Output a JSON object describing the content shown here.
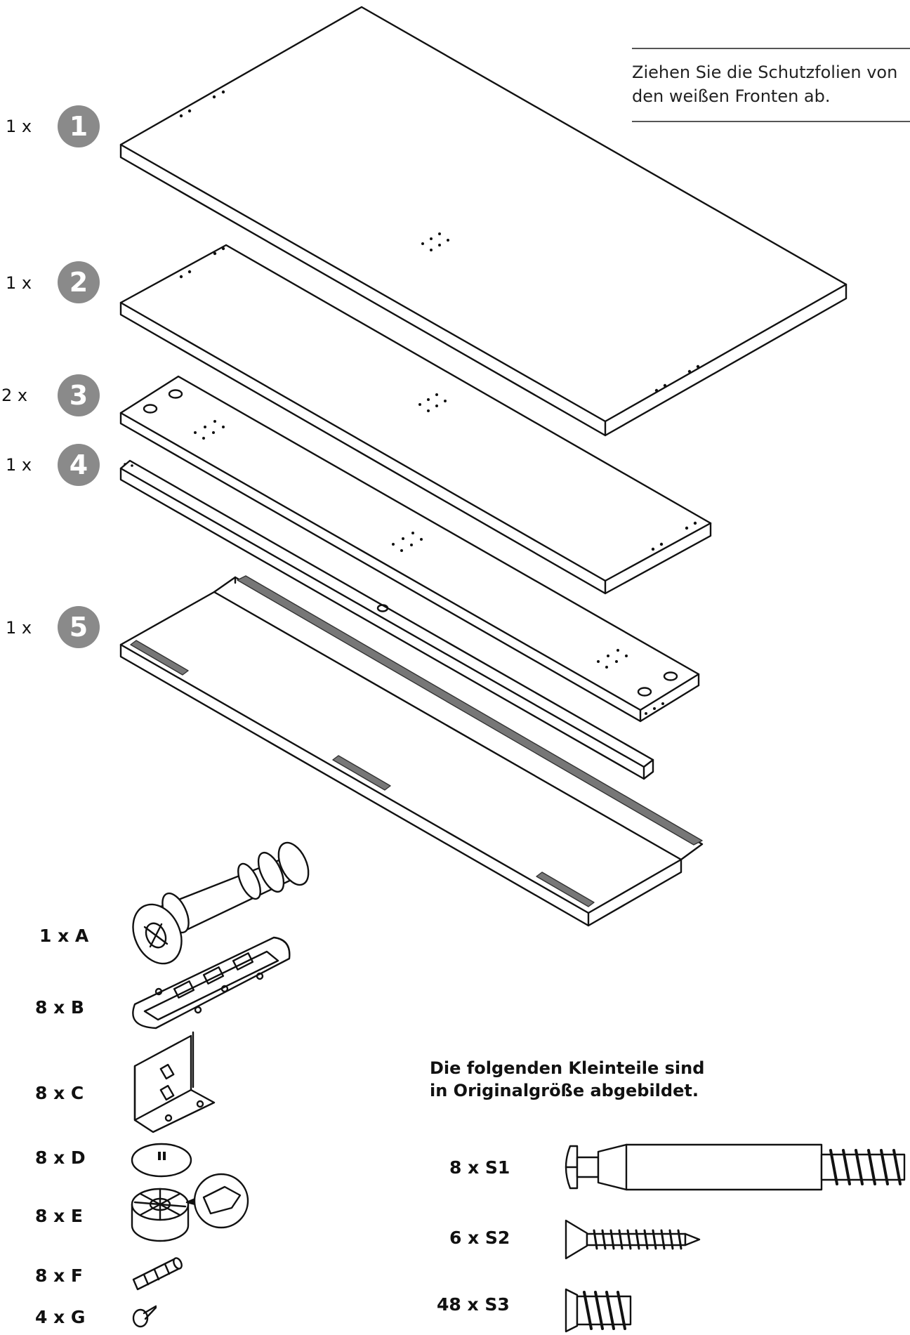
{
  "note": {
    "line1": "Ziehen Sie die Schutzfolien von",
    "line2": "den weißen Fronten ab."
  },
  "panels": [
    {
      "qty": "1 x",
      "number": "1"
    },
    {
      "qty": "1 x",
      "number": "2"
    },
    {
      "qty": "2 x",
      "number": "3"
    },
    {
      "qty": "1 x",
      "number": "4"
    },
    {
      "qty": "1 x",
      "number": "5"
    }
  ],
  "hardware": [
    {
      "qty": "1 x A"
    },
    {
      "qty": "8 x B"
    },
    {
      "qty": "8 x C"
    },
    {
      "qty": "8 x D"
    },
    {
      "qty": "8 x E"
    },
    {
      "qty": "8 x F"
    },
    {
      "qty": "4 x G"
    }
  ],
  "small_parts_note": {
    "line1": "Die folgenden Kleinteile sind",
    "line2": "in Originalgröße abgebildet."
  },
  "screws": [
    {
      "qty": "8 x S1"
    },
    {
      "qty": "6 x S2"
    },
    {
      "qty": "48 x S3"
    }
  ],
  "colors": {
    "badge": "#8a8a8a",
    "line": "#111111",
    "strip": "#777777"
  }
}
